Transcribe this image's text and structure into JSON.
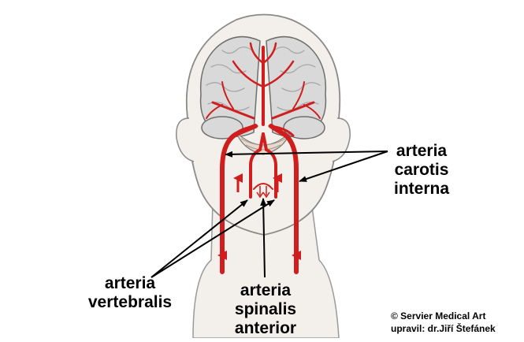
{
  "labels": {
    "carotis": [
      "arteria",
      "carotis",
      "interna"
    ],
    "vertebralis": [
      "arteria",
      "vertebralis"
    ],
    "spinalis": [
      "arteria",
      "spinalis",
      "anterior"
    ]
  },
  "credit": {
    "line1": "© Servier Medical Art",
    "line2": "upravil: dr.Jiří Štefánek"
  },
  "colors": {
    "artery": "#d01d1d",
    "artery_dark": "#a80f0f",
    "skin": "#f3efea",
    "brain": "#d9d9d9",
    "brain_fold": "#b8b8b8",
    "outline": "#7a7a7a",
    "pointer": "#000000"
  }
}
